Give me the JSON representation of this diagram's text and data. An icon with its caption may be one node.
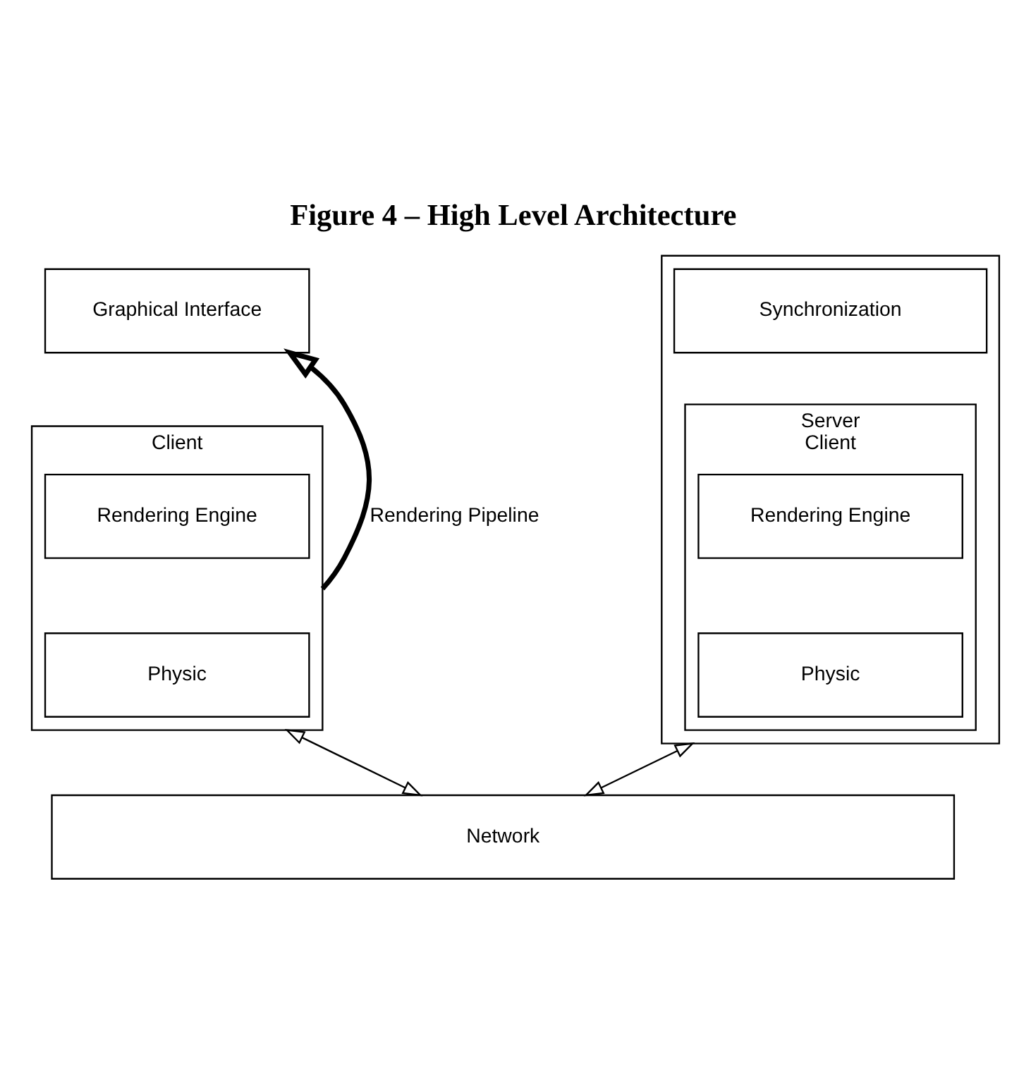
{
  "diagram": {
    "title": "Figure 4 – High Level Architecture",
    "nodes": [
      {
        "text": [
          "Graphical Interface"
        ]
      },
      {
        "text": [
          "Client"
        ]
      },
      {
        "text": [
          "Rendering Engine"
        ],
        "in": 1
      },
      {
        "text": [
          "Physic"
        ],
        "in": 1
      },
      {
        "text": [],
        "shape": "box"
      },
      {
        "text": [
          "Synchronization"
        ],
        "in": 4
      },
      {
        "text": [
          "Server",
          "Client"
        ],
        "in": 4
      },
      {
        "text": [
          "Rendering Engine"
        ],
        "in": 6
      },
      {
        "text": [
          "Physic"
        ],
        "in": 6
      },
      {
        "text": [
          "Network"
        ]
      }
    ],
    "edges": [
      {
        "from": 1,
        "to": 0,
        "arrow": "to",
        "label": "Rendering Pipeline",
        "style": "thick"
      },
      {
        "from": 1,
        "to": 9,
        "arrow": "both"
      },
      {
        "from": 4,
        "to": 9,
        "arrow": "both"
      }
    ]
  }
}
